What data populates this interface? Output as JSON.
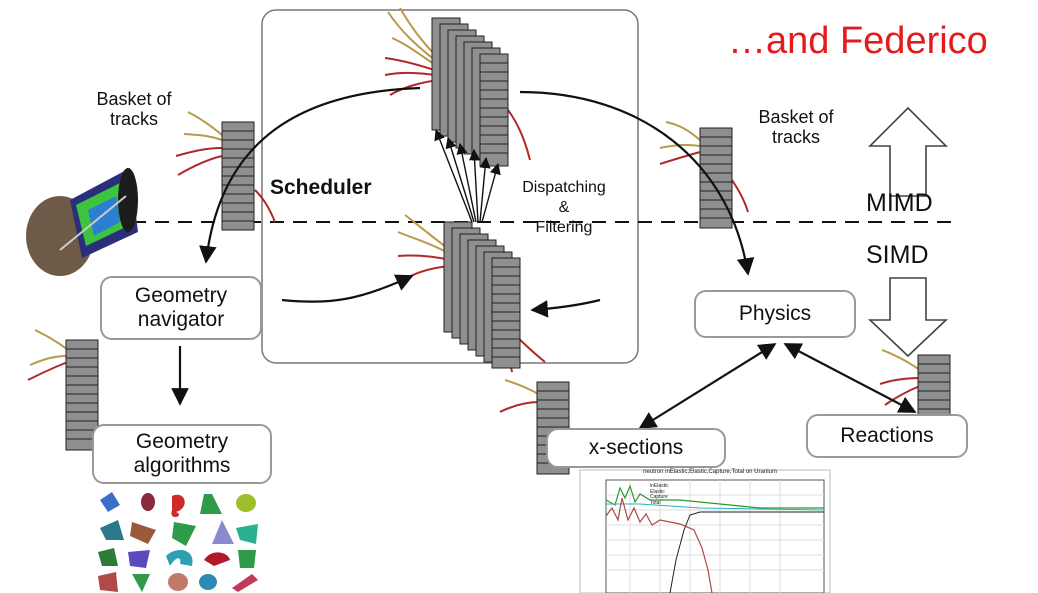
{
  "title": "…and Federico",
  "labels": {
    "basket_left_line1": "Basket of",
    "basket_left_line2": "tracks",
    "basket_right_line1": "Basket of",
    "basket_right_line2": "tracks",
    "scheduler": "Scheduler",
    "dispatch_line1": "Dispatching",
    "dispatch_line2": "&",
    "dispatch_line3": "Filtering",
    "mimd": "MIMD",
    "simd": "SIMD"
  },
  "boxes": {
    "geometry_navigator_line1": "Geometry",
    "geometry_navigator_line2": "navigator",
    "geometry_algorithms_line1": "Geometry",
    "geometry_algorithms_line2": "algorithms",
    "physics": "Physics",
    "x_sections": "x-sections",
    "reactions": "Reactions"
  },
  "inset_plot": {
    "title": "neutron inElastic,Elastic,Capture,Total on Uranium",
    "legend": [
      "inElastic",
      "Elastic",
      "Capture",
      "Total"
    ]
  },
  "colors": {
    "title": "#e31b1b",
    "track_red": "#b0282a",
    "track_gold": "#b79a4a",
    "stack_cell": "#8f8f8f",
    "box_border": "#999999"
  }
}
